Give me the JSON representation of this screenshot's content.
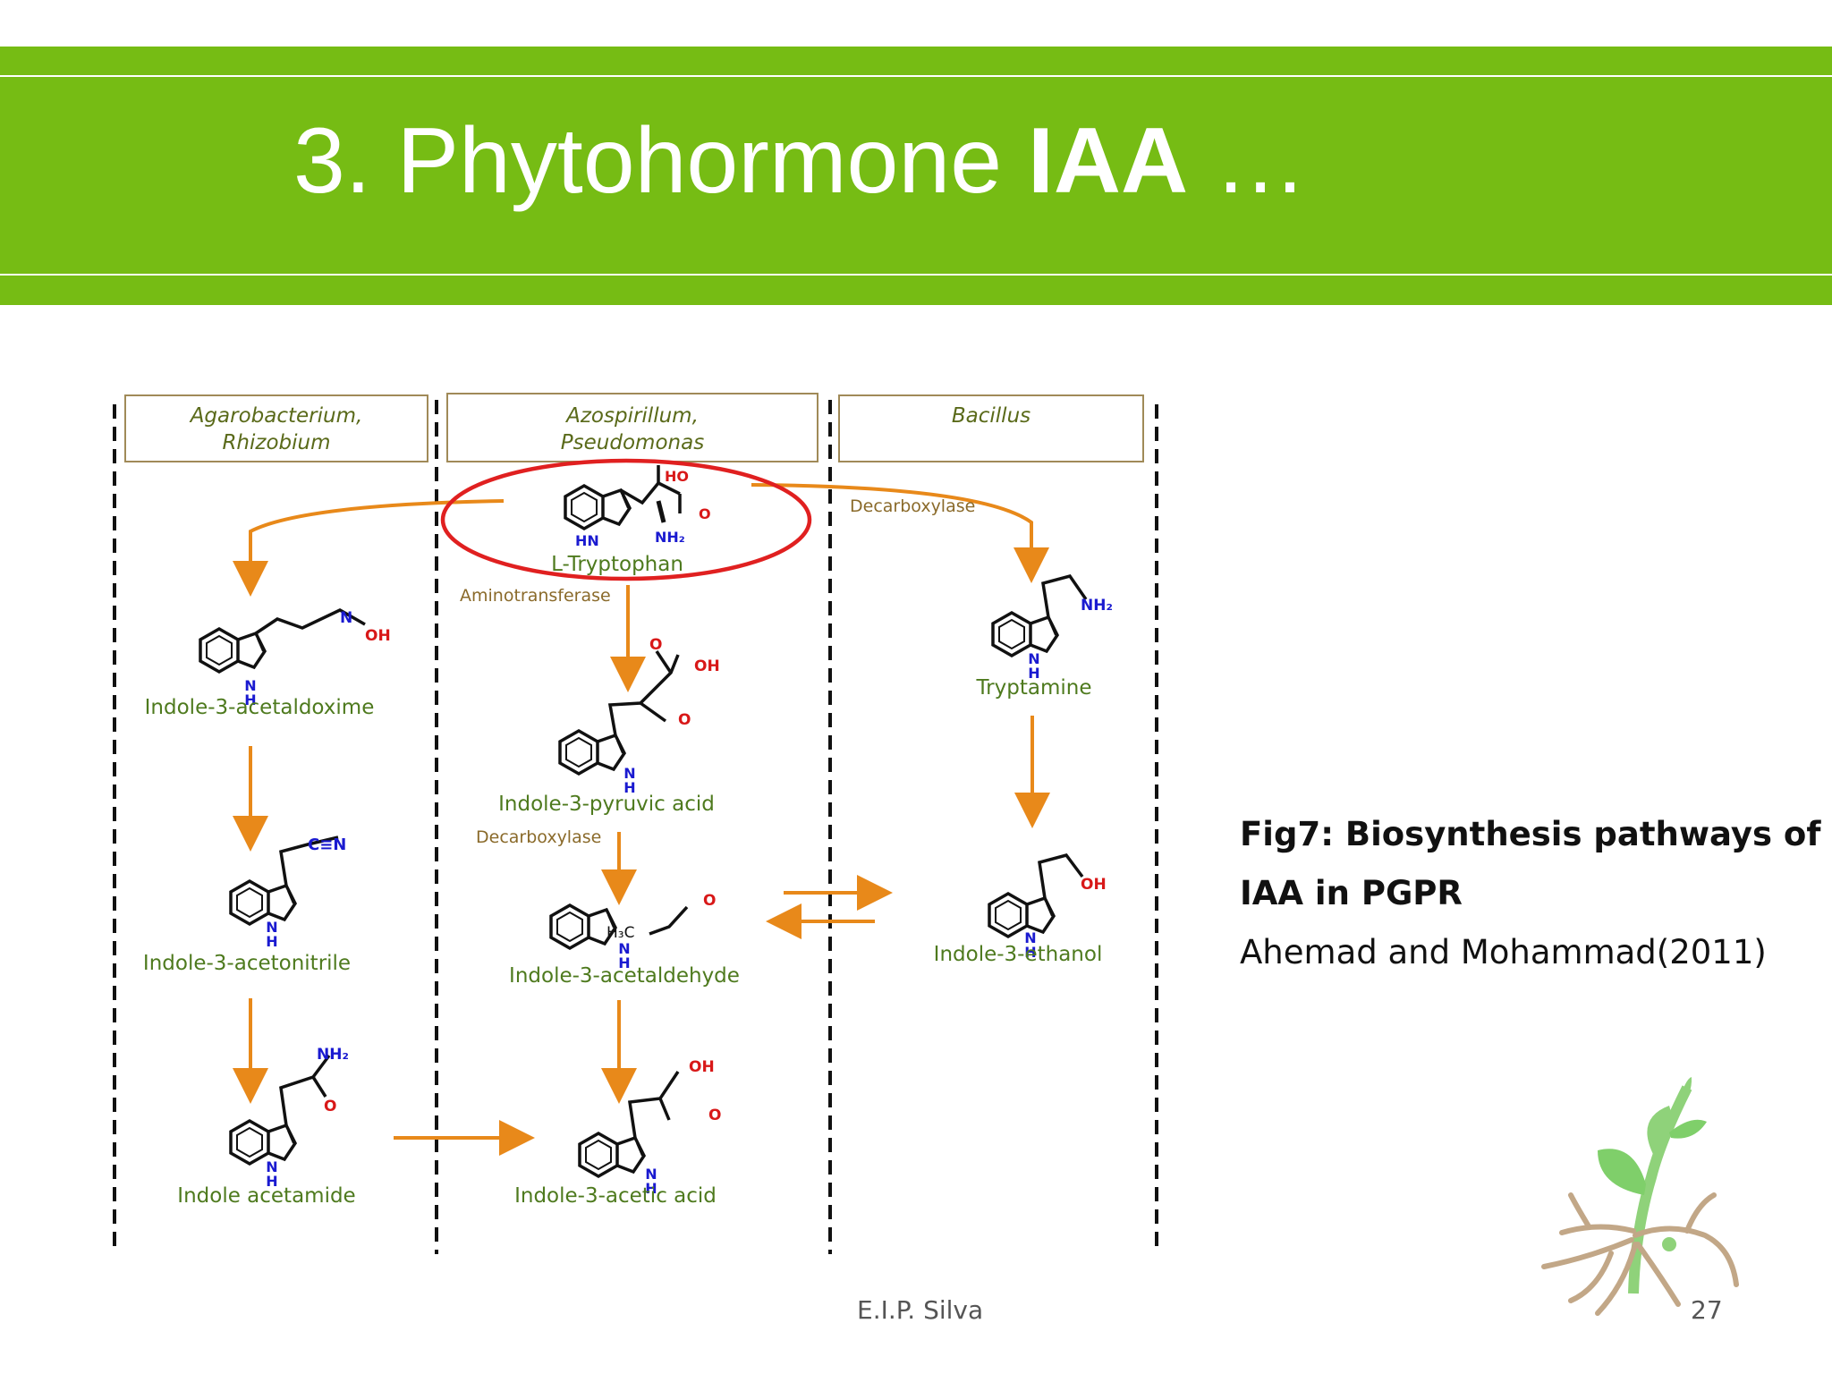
{
  "slide": {
    "title_prefix": "3. Phytohormone ",
    "title_bold": "IAA",
    "title_suffix": " …"
  },
  "diagram": {
    "columns": [
      {
        "line1": "Agarobacterium,",
        "line2": "Rhizobium"
      },
      {
        "line1": "Azospirillum,",
        "line2": "Pseudomonas"
      },
      {
        "line1": "Bacillus",
        "line2": ""
      }
    ],
    "enzymes": {
      "decarboxylase_top": "Decarboxylase",
      "aminotransferase": "Aminotransferase",
      "decarboxylase_mid": "Decarboxylase"
    },
    "compounds": {
      "tryptophan": "L-Tryptophan",
      "acetaldoxime": "Indole-3-acetaldoxime",
      "acetonitrile": "Indole-3-acetonitrile",
      "acetamide": "Indole acetamide",
      "pyruvic": "Indole-3-pyruvic acid",
      "acetaldehyde": "Indole-3-acetaldehyde",
      "acetic": "Indole-3-acetic acid",
      "tryptamine": "Tryptamine",
      "ethanol": "Indole-3-ethanol"
    },
    "atoms": {
      "ho": "HO",
      "o": "O",
      "hn": "HN",
      "nh2": "NH₂",
      "n": "N",
      "h": "H",
      "oh": "OH",
      "cn": "C≡N",
      "h3c": "H₃C"
    },
    "colors": {
      "arrow": "#e8891a",
      "compound_label": "#4e7a1e",
      "highlight_circle": "#e02020",
      "nitrogen": "#1a1ad0",
      "oxygen": "#d81818",
      "column_header_text": "#5a6a1a"
    }
  },
  "caption": {
    "line1": "Fig7: Biosynthesis pathways of",
    "line2": "IAA in PGPR",
    "reference": "Ahemad and Mohammad(2011)"
  },
  "footer": {
    "author": "E.I.P. Silva",
    "page_number": "27"
  },
  "logo": {
    "icon": "sprout-with-roots-icon"
  }
}
